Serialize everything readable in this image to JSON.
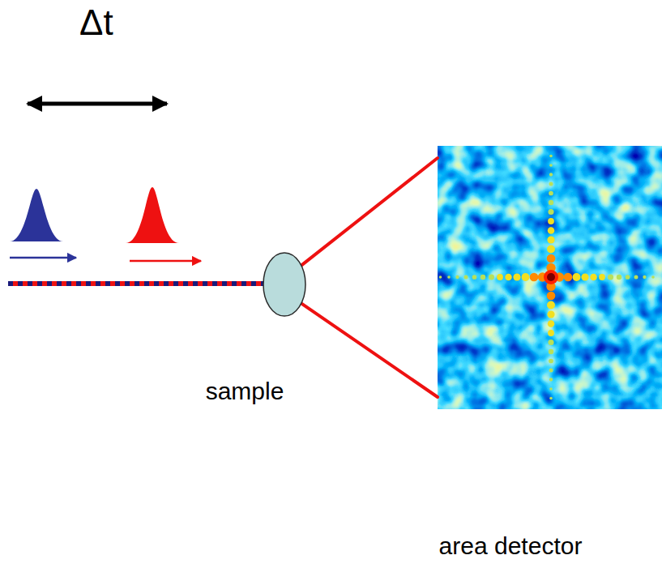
{
  "diagram": {
    "nodes": [
      {
        "text": [
          "sample"
        ]
      },
      {
        "text": [
          "area detector"
        ]
      }
    ],
    "edges": [
      {
        "from": 0,
        "to": 1,
        "arrow": "none"
      }
    ],
    "labels": [
      "Δt"
    ]
  }
}
